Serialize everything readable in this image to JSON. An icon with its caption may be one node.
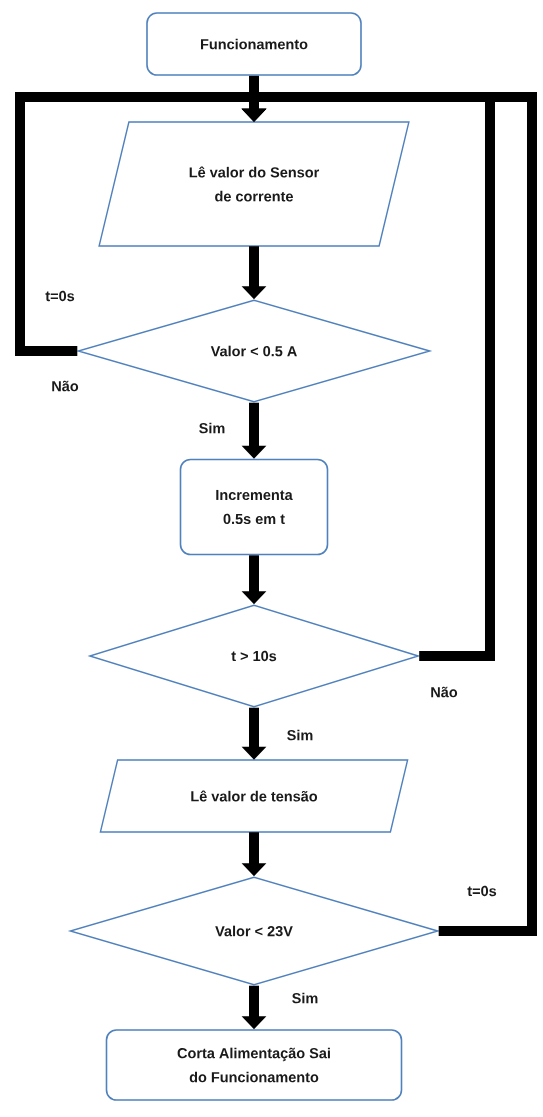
{
  "diagram": {
    "nodes": [
      {
        "text": [
          "Funcionamento"
        ]
      },
      {
        "text": [
          "Lê valor do Sensor de corrente"
        ]
      },
      {
        "text": [
          "Valor < 0.5 A"
        ]
      },
      {
        "text": [
          "Incrementa 0.5s em t"
        ]
      },
      {
        "text": [
          "t > 10s"
        ]
      },
      {
        "text": [
          "Lê valor de tensão"
        ]
      },
      {
        "text": [
          "Valor < 23V"
        ]
      },
      {
        "text": [
          "Corta Alimentação Sai do Funcionamento"
        ]
      }
    ],
    "edges": [
      {
        "from": 0,
        "to": 1,
        "arrow": "to"
      },
      {
        "from": 1,
        "to": 2,
        "arrow": "to"
      },
      {
        "from": 2,
        "to": 3,
        "arrow": "to",
        "label": "Sim"
      },
      {
        "from": 3,
        "to": 4,
        "arrow": "to"
      },
      {
        "from": 4,
        "to": 5,
        "arrow": "to",
        "label": "Sim"
      },
      {
        "from": 5,
        "to": 6,
        "arrow": "to"
      },
      {
        "from": 6,
        "to": 7,
        "arrow": "to",
        "label": "Sim"
      },
      {
        "from": 2,
        "to": 1,
        "arrow": "to",
        "label": "Não"
      },
      {
        "from": 4,
        "to": 1,
        "arrow": "to",
        "label": "Não"
      },
      {
        "from": 6,
        "to": 1,
        "arrow": "to"
      }
    ],
    "labels": [
      "t=0s",
      "t=0s"
    ]
  }
}
